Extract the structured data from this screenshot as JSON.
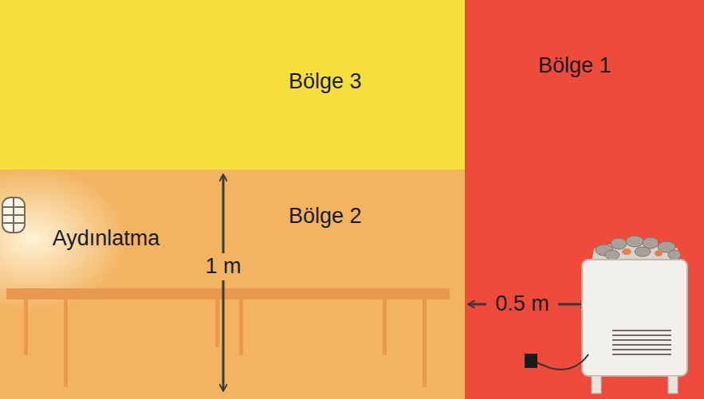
{
  "diagram": {
    "nodes": [
      {
        "text": [
          "Bölge 3"
        ]
      },
      {
        "text": [
          "Bölge 1"
        ]
      },
      {
        "text": [
          "Bölge 2"
        ]
      }
    ],
    "labels": [
      "Aydınlatma",
      "1 m",
      "0.5 m"
    ]
  }
}
